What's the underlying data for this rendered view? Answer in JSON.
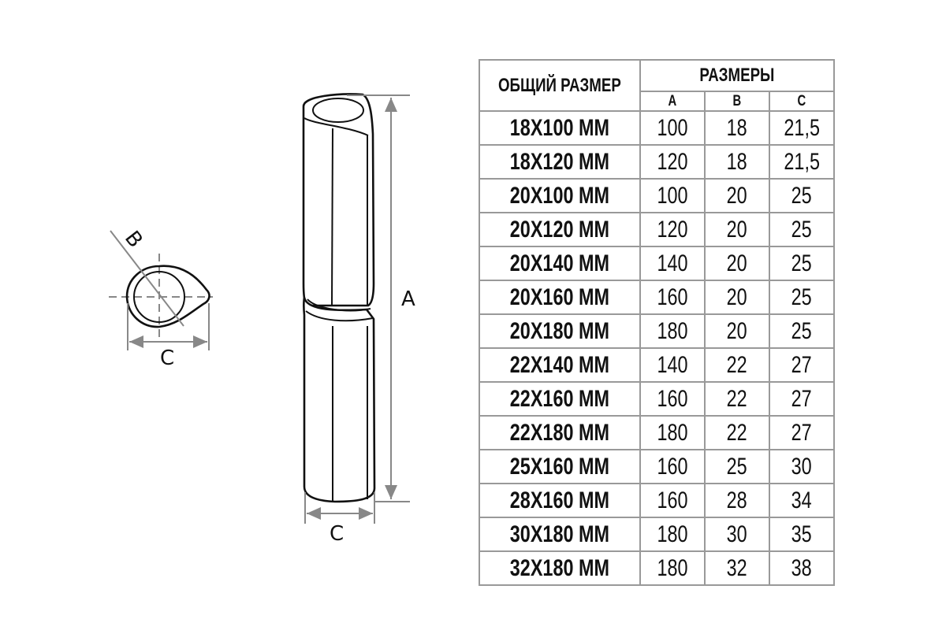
{
  "drawing": {
    "labels": {
      "a": "A",
      "b": "B",
      "c_section": "C",
      "c_hinge": "C"
    }
  },
  "table": {
    "header_total": "ОБЩИЙ РАЗМЕР",
    "header_group": "РАЗМЕРЫ",
    "sub_headers": [
      "A",
      "B",
      "C"
    ],
    "rows": [
      {
        "size": "18X100 MM",
        "a": "100",
        "b": "18",
        "c": "21,5"
      },
      {
        "size": "18X120 MM",
        "a": "120",
        "b": "18",
        "c": "21,5"
      },
      {
        "size": "20X100 MM",
        "a": "100",
        "b": "20",
        "c": "25"
      },
      {
        "size": "20X120 MM",
        "a": "120",
        "b": "20",
        "c": "25"
      },
      {
        "size": "20X140 MM",
        "a": "140",
        "b": "20",
        "c": "25"
      },
      {
        "size": "20X160 MM",
        "a": "160",
        "b": "20",
        "c": "25"
      },
      {
        "size": "20X180 MM",
        "a": "180",
        "b": "20",
        "c": "25"
      },
      {
        "size": "22X140 MM",
        "a": "140",
        "b": "22",
        "c": "27"
      },
      {
        "size": "22X160 MM",
        "a": "160",
        "b": "22",
        "c": "27"
      },
      {
        "size": "22X180 MM",
        "a": "180",
        "b": "22",
        "c": "27"
      },
      {
        "size": "25X160 MM",
        "a": "160",
        "b": "25",
        "c": "30"
      },
      {
        "size": "28X160 MM",
        "a": "160",
        "b": "28",
        "c": "34"
      },
      {
        "size": "30X180 MM",
        "a": "180",
        "b": "30",
        "c": "35"
      },
      {
        "size": "32X180 MM",
        "a": "180",
        "b": "32",
        "c": "38"
      }
    ]
  }
}
